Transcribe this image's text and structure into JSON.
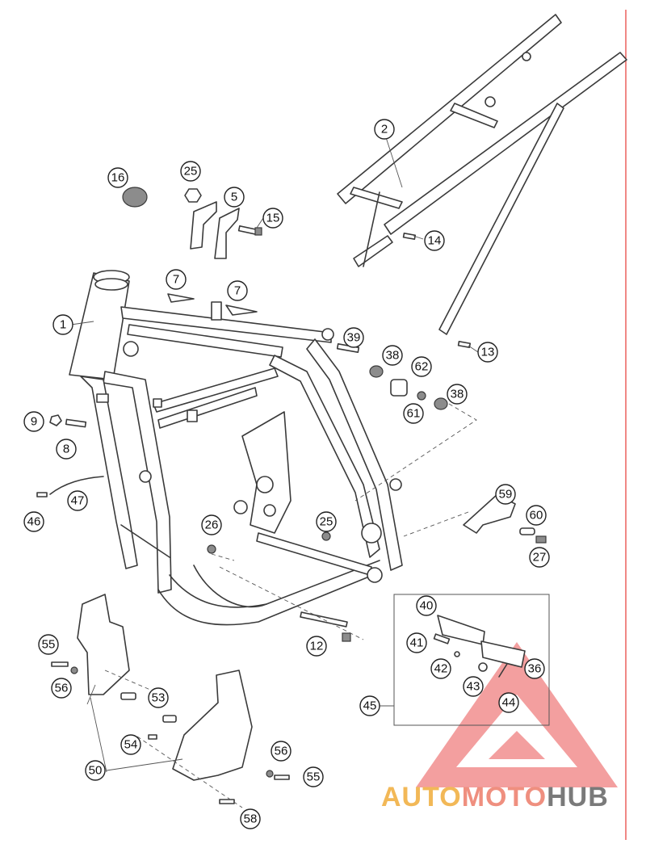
{
  "diagram": {
    "callouts": [
      {
        "id": "c1",
        "label": "1"
      },
      {
        "id": "c2",
        "label": "2"
      },
      {
        "id": "c5",
        "label": "5"
      },
      {
        "id": "c7a",
        "label": "7"
      },
      {
        "id": "c7b",
        "label": "7"
      },
      {
        "id": "c8",
        "label": "8"
      },
      {
        "id": "c9",
        "label": "9"
      },
      {
        "id": "c12",
        "label": "12"
      },
      {
        "id": "c13",
        "label": "13"
      },
      {
        "id": "c14",
        "label": "14"
      },
      {
        "id": "c15",
        "label": "15"
      },
      {
        "id": "c16",
        "label": "16"
      },
      {
        "id": "c25a",
        "label": "25"
      },
      {
        "id": "c25b",
        "label": "25"
      },
      {
        "id": "c26",
        "label": "26"
      },
      {
        "id": "c27",
        "label": "27"
      },
      {
        "id": "c36",
        "label": "36"
      },
      {
        "id": "c38a",
        "label": "38"
      },
      {
        "id": "c38b",
        "label": "38"
      },
      {
        "id": "c39",
        "label": "39"
      },
      {
        "id": "c40",
        "label": "40"
      },
      {
        "id": "c41",
        "label": "41"
      },
      {
        "id": "c42",
        "label": "42"
      },
      {
        "id": "c43",
        "label": "43"
      },
      {
        "id": "c44",
        "label": "44"
      },
      {
        "id": "c45",
        "label": "45"
      },
      {
        "id": "c46",
        "label": "46"
      },
      {
        "id": "c47",
        "label": "47"
      },
      {
        "id": "c50",
        "label": "50"
      },
      {
        "id": "c53",
        "label": "53"
      },
      {
        "id": "c54",
        "label": "54"
      },
      {
        "id": "c55a",
        "label": "55"
      },
      {
        "id": "c55b",
        "label": "55"
      },
      {
        "id": "c56a",
        "label": "56"
      },
      {
        "id": "c56b",
        "label": "56"
      },
      {
        "id": "c58",
        "label": "58"
      },
      {
        "id": "c59",
        "label": "59"
      },
      {
        "id": "c60",
        "label": "60"
      },
      {
        "id": "c61",
        "label": "61"
      },
      {
        "id": "c62",
        "label": "62"
      }
    ]
  },
  "watermark": {
    "part1": "AUTO",
    "part2": "MOTO",
    "part3": "HUB",
    "color_part1": "#f2b857",
    "color_part2": "#ef8f7f",
    "color_part3": "#7a7a7a",
    "triangle_color": "#f08080"
  },
  "colors": {
    "margin_line": "#e53935",
    "line_art": "#3a3a3a"
  }
}
